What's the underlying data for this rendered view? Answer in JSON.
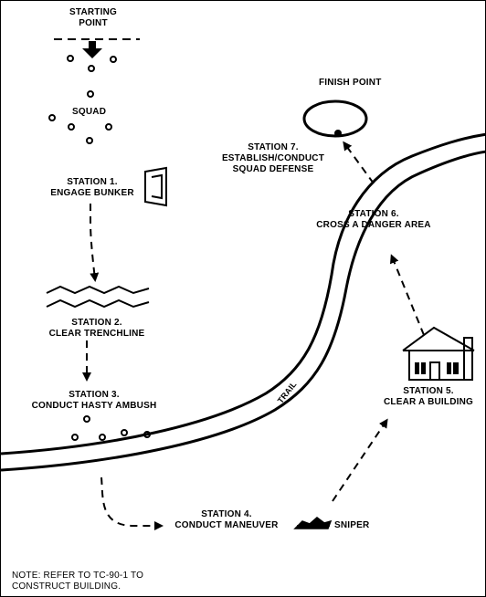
{
  "start": {
    "line1": "STARTING",
    "line2": "POINT"
  },
  "finish": {
    "label": "FINISH POINT"
  },
  "squad": {
    "label": "SQUAD"
  },
  "stations": {
    "s1": {
      "line1": "STATION 1.",
      "line2": "ENGAGE BUNKER"
    },
    "s2": {
      "line1": "STATION 2.",
      "line2": "CLEAR TRENCHLINE"
    },
    "s3": {
      "line1": "STATION 3.",
      "line2": "CONDUCT HASTY AMBUSH"
    },
    "s4": {
      "line1": "STATION 4.",
      "line2": "CONDUCT MANEUVER"
    },
    "s5": {
      "line1": "STATION 5.",
      "line2": "CLEAR A BUILDING"
    },
    "s6": {
      "line1": "STATION 6.",
      "line2": "CROSS A DANGER AREA"
    },
    "s7": {
      "line1": "STATION 7.",
      "line2": "ESTABLISH/CONDUCT",
      "line3": "SQUAD DEFENSE"
    }
  },
  "trail": {
    "label": "TRAIL"
  },
  "sniper": {
    "label": "SNIPER"
  },
  "note": {
    "line1": "NOTE:  REFER TO TC-90-1 TO",
    "line2": "CONSTRUCT BUILDING."
  },
  "colors": {
    "ink": "#000000",
    "paper": "#ffffff"
  }
}
